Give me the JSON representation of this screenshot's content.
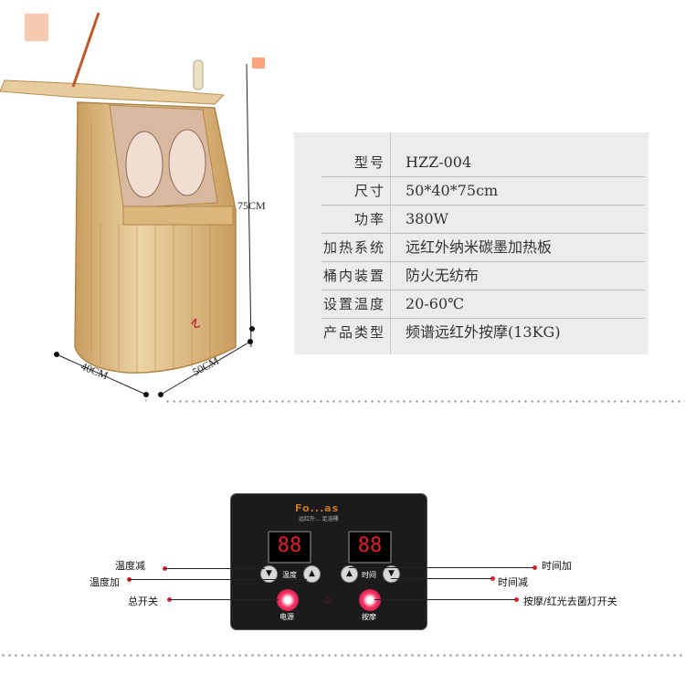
{
  "spec": {
    "rows": [
      {
        "label": "型号",
        "value": "HZZ-004"
      },
      {
        "label": "尺寸",
        "value": "50*40*75cm"
      },
      {
        "label": "功率",
        "value": "380W"
      },
      {
        "label": "加热系统",
        "value": "远红外纳米碳墨加热板"
      },
      {
        "label": "桶内装置",
        "value": "防火无纺布"
      },
      {
        "label": "设置温度",
        "value": "20-60℃"
      },
      {
        "label": "产品类型",
        "value": "频谱远红外按摩(13KG)"
      }
    ]
  },
  "dimensions": {
    "height": "75CM",
    "width": "40CM",
    "depth": "50CM"
  },
  "panel": {
    "brand": "Fo...as",
    "subtitle": "远红外... 足浴桶",
    "temp_display": "88",
    "time_display": "88",
    "temp_label": "温度",
    "time_label": "时间",
    "power_label": "电源",
    "massage_label": "按摩",
    "up_glyph": "▲",
    "down_glyph": "▼"
  },
  "annotations": {
    "temp_down": "温度减",
    "temp_up": "温度加",
    "main_switch": "总开关",
    "time_up": "时间加",
    "time_down": "时间减",
    "massage_switch": "按摩/红光去菌灯开关"
  },
  "colors": {
    "accent_red": "#e0202a",
    "panel_bg": "#1b1b1d",
    "wood": "#e2c38f"
  }
}
